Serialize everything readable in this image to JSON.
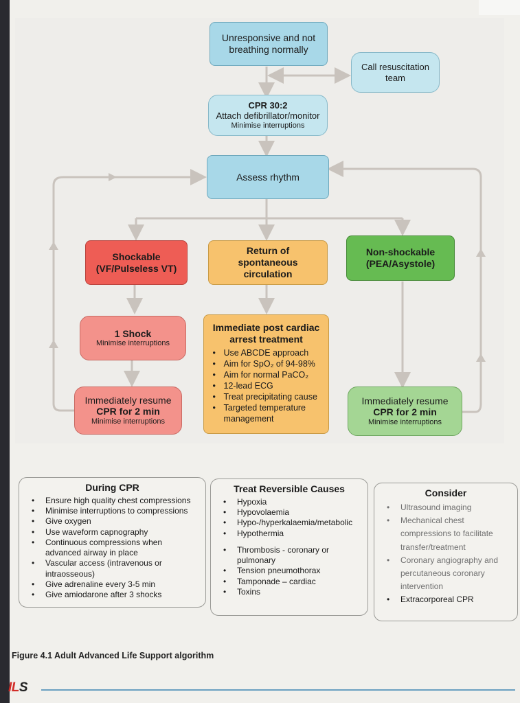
{
  "nodes": {
    "start": "Unresponsive and not breathing normally",
    "call_team": "Call resuscitation team",
    "cpr_title": "CPR 30:2",
    "cpr_line": "Attach defibrillator/monitor",
    "cpr_sub": "Minimise interruptions",
    "assess": "Assess rhythm",
    "shockable_title": "Shockable",
    "shockable_sub": "(VF/Pulseless VT)",
    "rosc": "Return of spontaneous circulation",
    "nonshock_title": "Non-shockable",
    "nonshock_sub": "(PEA/Asystole)",
    "shock_title": "1 Shock",
    "shock_sub": "Minimise interruptions",
    "resume_left_l1": "Immediately resume",
    "resume_left_l2": "CPR for 2 min",
    "resume_left_sub": "Minimise interruptions",
    "resume_right_l1": "Immediately resume",
    "resume_right_l2": "CPR for 2 min",
    "resume_right_sub": "Minimise interruptions",
    "post_title": "Immediate post cardiac arrest treatment",
    "post_items": [
      "Use ABCDE approach",
      "Aim for SpO₂ of 94-98%",
      "Aim for normal PaCO₂",
      "12-lead ECG",
      "Treat precipitating cause",
      "Targeted temperature management"
    ]
  },
  "during_cpr": {
    "title": "During CPR",
    "items": [
      "Ensure high quality chest compressions",
      "Minimise interruptions to compressions",
      "Give oxygen",
      "Use waveform capnography",
      "Continuous compressions when advanced airway in place",
      "Vascular access (intravenous or intraosseous)",
      "Give adrenaline every 3-5 min",
      "Give amiodarone after 3 shocks"
    ]
  },
  "reversible": {
    "title": "Treat Reversible Causes",
    "items": [
      "Hypoxia",
      "Hypovolaemia",
      "Hypo-/hyperkalaemia/metabolic",
      "Hypothermia",
      "Thrombosis - coronary or pulmonary",
      "Tension pneumothorax",
      "Tamponade – cardiac",
      "Toxins"
    ]
  },
  "consider": {
    "title": "Consider",
    "items": [
      "Ultrasound imaging",
      "Mechanical chest compressions to facilitate transfer/treatment",
      "Coronary angiography and percutaneous coronary intervention",
      "Extracorporeal CPR"
    ]
  },
  "caption": "Figure 4.1 Adult Advanced Life Support algorithm",
  "footer": {
    "logo_red": "IL",
    "logo_dark": "S"
  },
  "colors": {
    "blue": "#a8d8e8",
    "red": "#ee5d55",
    "light_red": "#f3928b",
    "orange": "#f7c26d",
    "green": "#66bb52",
    "light_green": "#a4d694",
    "arrow": "#c9c3bd"
  }
}
